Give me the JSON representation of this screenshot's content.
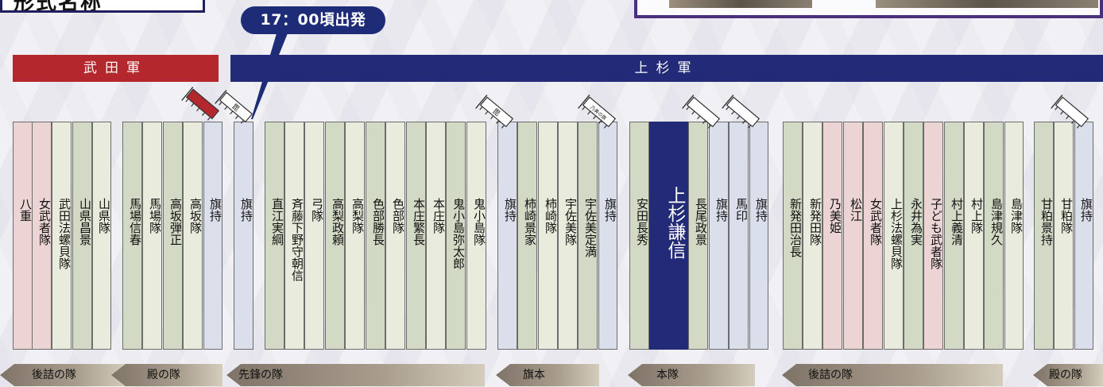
{
  "header": {
    "title_partial": "形式名称",
    "departure_label": "17：00頃出発"
  },
  "armies": {
    "takeda": "武田軍",
    "uesugi": "上杉軍"
  },
  "columns": [
    {
      "label": "八重",
      "color": "pink"
    },
    {
      "label": "女武者隊",
      "color": "pink"
    },
    {
      "label": "武田法螺貝隊",
      "color": "cream"
    },
    {
      "label": "山県昌景",
      "color": "green"
    },
    {
      "label": "山県隊",
      "color": "cream"
    },
    {
      "label": "馬場信春",
      "color": "green"
    },
    {
      "label": "馬場隊",
      "color": "cream"
    },
    {
      "label": "高坂弾正",
      "color": "green"
    },
    {
      "label": "高坂隊",
      "color": "cream"
    },
    {
      "label": "旗持",
      "color": "blue"
    },
    {
      "label": "旗持",
      "color": "blue"
    },
    {
      "label": "直江実綱",
      "color": "green"
    },
    {
      "label": "斉藤下野守朝信",
      "color": "cream"
    },
    {
      "label": "弓隊",
      "color": "cream"
    },
    {
      "label": "高梨政頼",
      "color": "green"
    },
    {
      "label": "高梨隊",
      "color": "cream"
    },
    {
      "label": "色部勝長",
      "color": "green"
    },
    {
      "label": "色部隊",
      "color": "cream"
    },
    {
      "label": "本庄繁長",
      "color": "green"
    },
    {
      "label": "本庄隊",
      "color": "cream"
    },
    {
      "label": "鬼小島弥太郎",
      "color": "green"
    },
    {
      "label": "鬼小島隊",
      "color": "cream"
    },
    {
      "label": "旗持",
      "color": "blue"
    },
    {
      "label": "柿崎景家",
      "color": "green"
    },
    {
      "label": "柿崎隊",
      "color": "cream"
    },
    {
      "label": "宇佐美隊",
      "color": "cream"
    },
    {
      "label": "宇佐美定満",
      "color": "green"
    },
    {
      "label": "旗持",
      "color": "blue"
    },
    {
      "label": "安田長秀",
      "color": "green"
    },
    {
      "label": "上杉謙信",
      "color": "lord"
    },
    {
      "label": "長尾政景",
      "color": "green"
    },
    {
      "label": "旗持",
      "color": "blue"
    },
    {
      "label": "馬印",
      "color": "blue"
    },
    {
      "label": "旗持",
      "color": "blue"
    },
    {
      "label": "新発田治長",
      "color": "green"
    },
    {
      "label": "新発田隊",
      "color": "cream"
    },
    {
      "label": "乃美姫",
      "color": "pink"
    },
    {
      "label": "松江",
      "color": "pink"
    },
    {
      "label": "女武者隊",
      "color": "pink"
    },
    {
      "label": "上杉法螺貝隊",
      "color": "cream"
    },
    {
      "label": "永井為実",
      "color": "green"
    },
    {
      "label": "子ども武者隊",
      "color": "pink"
    },
    {
      "label": "村上義清",
      "color": "green"
    },
    {
      "label": "村上隊",
      "color": "cream"
    },
    {
      "label": "島津規久",
      "color": "green"
    },
    {
      "label": "島津隊",
      "color": "cream"
    },
    {
      "label": "甘粕景持",
      "color": "green"
    },
    {
      "label": "甘粕隊",
      "color": "cream"
    },
    {
      "label": "旗持",
      "color": "blue"
    }
  ],
  "flags": [
    {
      "text": "",
      "color": "red"
    },
    {
      "text": "毘",
      "color": "white"
    },
    {
      "text": "毘",
      "color": "white"
    },
    {
      "text": "乃美の旗",
      "color": "white"
    },
    {
      "text": "",
      "color": "white"
    },
    {
      "text": "",
      "color": "white"
    },
    {
      "text": "",
      "color": "white"
    }
  ],
  "groups": [
    {
      "label": "後詰の隊"
    },
    {
      "label": "殿の隊"
    },
    {
      "label": "先鋒の隊"
    },
    {
      "label": "旗本"
    },
    {
      "label": "本隊"
    },
    {
      "label": "後詰の隊"
    },
    {
      "label": "殿の隊"
    }
  ],
  "colors": {
    "takeda": "#b3272d",
    "uesugi": "#232a77",
    "pink": "#ecd4d5",
    "green": "#d2d9c4",
    "cream": "#e9ecdc",
    "blue": "#dbdfec",
    "lord": "#232a77"
  }
}
